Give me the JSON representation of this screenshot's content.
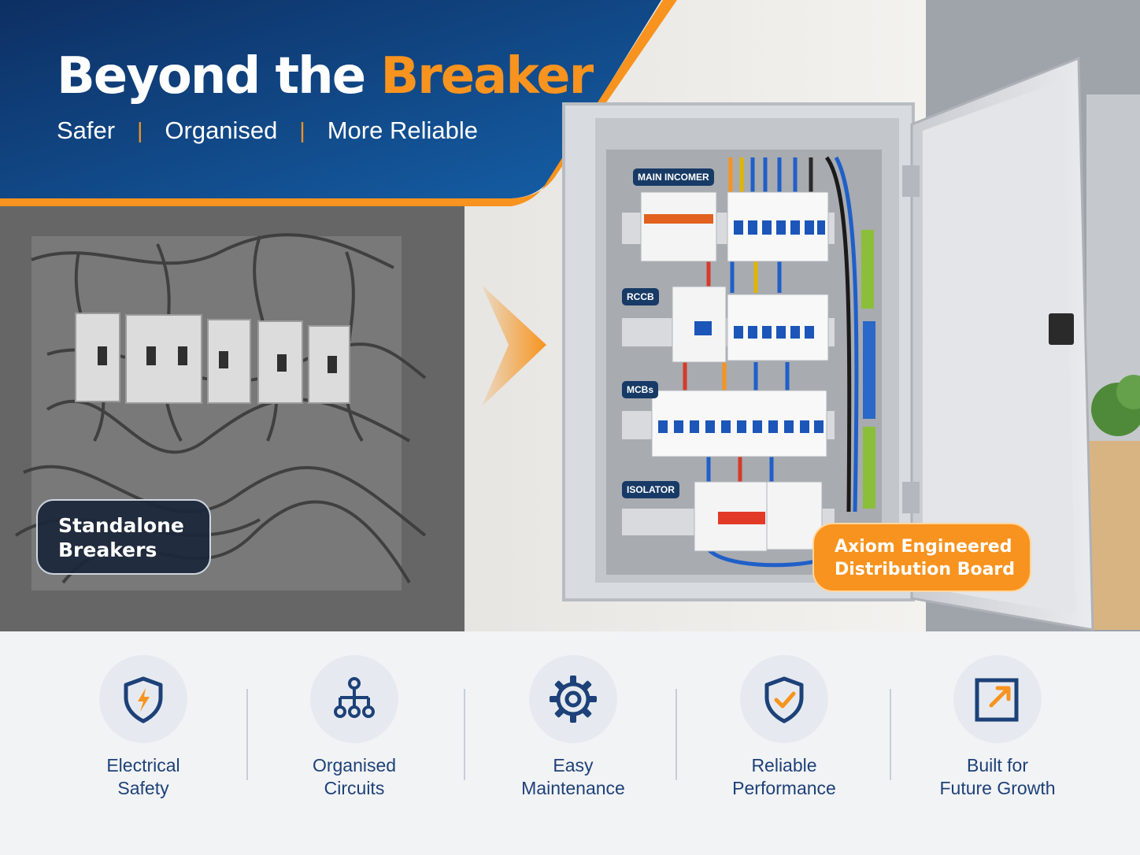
{
  "header": {
    "title_main": "Beyond the",
    "title_accent": "Breaker",
    "subtitle": [
      "Safer",
      "Organised",
      "More Reliable"
    ],
    "separator": "|"
  },
  "colors": {
    "navy": "#0f3b78",
    "accent": "#f7931e",
    "text_dark": "#1d4178"
  },
  "before_label": {
    "line1": "Standalone",
    "line2": "Breakers"
  },
  "after_label": {
    "line1": "Axiom Engineered",
    "line2": "Distribution Board"
  },
  "panel_tags": {
    "main": "MAIN INCOMER",
    "rccb": "RCCB",
    "mcbs": "MCBs",
    "isolator": "ISOLATOR"
  },
  "features": [
    {
      "icon": "shield-bolt-icon",
      "line1": "Electrical",
      "line2": "Safety"
    },
    {
      "icon": "network-tree-icon",
      "line1": "Organised",
      "line2": "Circuits"
    },
    {
      "icon": "gear-icon",
      "line1": "Easy",
      "line2": "Maintenance"
    },
    {
      "icon": "shield-check-icon",
      "line1": "Reliable",
      "line2": "Performance"
    },
    {
      "icon": "expand-arrow-icon",
      "line1": "Built for",
      "line2": "Future Growth"
    }
  ]
}
